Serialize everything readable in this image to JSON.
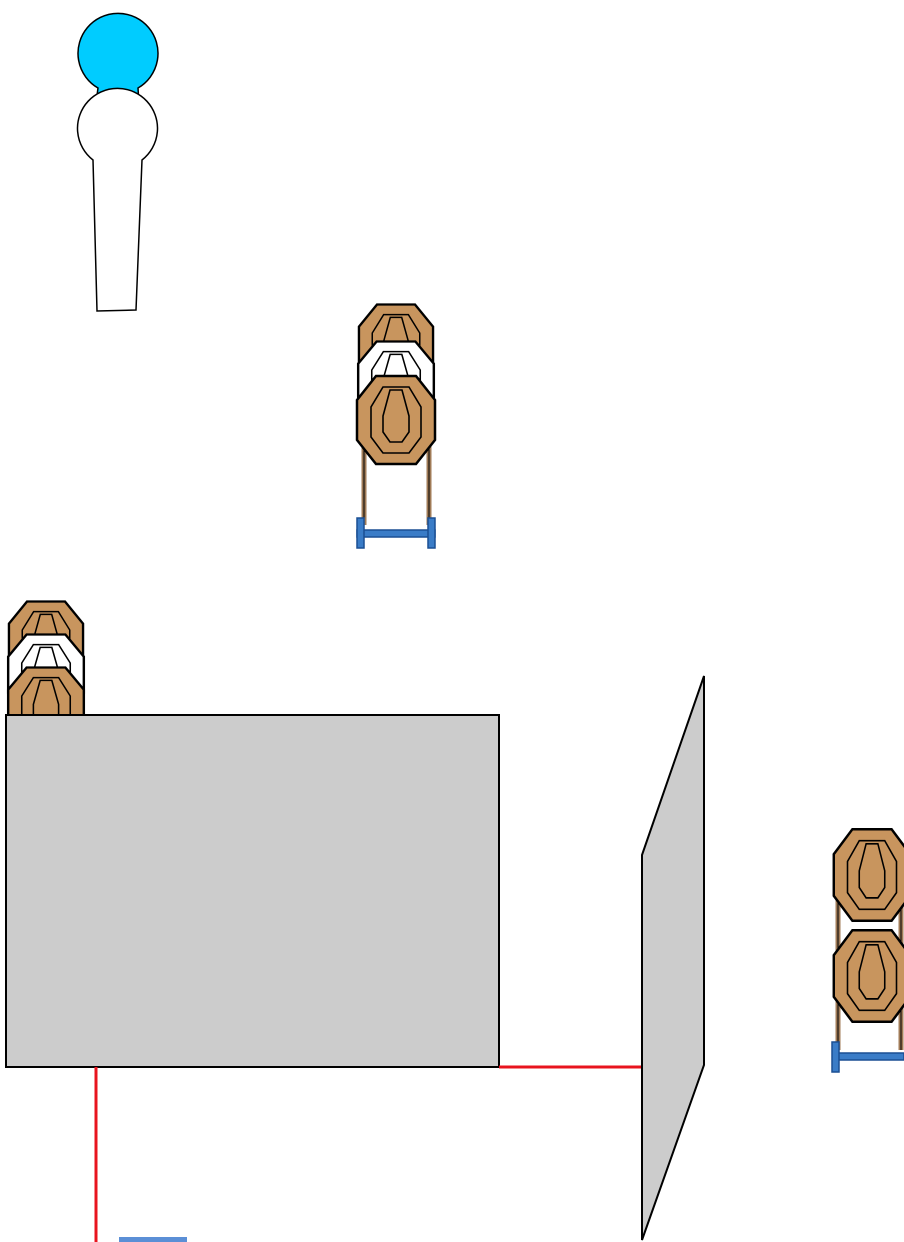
{
  "diagram": {
    "kind": "shooting-stage-layout",
    "colors": {
      "target": "#c8955e",
      "no_shoot": "#ffffff",
      "barrel": "#cccccc",
      "fault_line": "#e8141e",
      "stand": "#3a7cc7",
      "stand_leg": "#a07b57",
      "shooter_head": "#00ccff",
      "start_marker": "#5b8fd6",
      "outline": "#000000"
    },
    "elements": [
      {
        "type": "shooter",
        "icon": "shooter-position-icon",
        "head": "shooter-head"
      },
      {
        "type": "target-stand",
        "icon": "target-stand-icon",
        "targets": [
          "shoot",
          "no-shoot",
          "shoot"
        ]
      },
      {
        "type": "target-group",
        "icon": "target-group-icon",
        "targets": [
          "shoot",
          "no-shoot",
          "shoot"
        ]
      },
      {
        "type": "barrel",
        "icon": "barrel-icon"
      },
      {
        "type": "wall",
        "icon": "wall-panel-icon"
      },
      {
        "type": "target-stand",
        "icon": "target-stand-icon",
        "targets": [
          "shoot",
          "shoot"
        ]
      },
      {
        "type": "fault-line",
        "icon": "fault-line-icon",
        "count": 2
      },
      {
        "type": "start-marker",
        "icon": "start-marker-icon"
      }
    ]
  }
}
